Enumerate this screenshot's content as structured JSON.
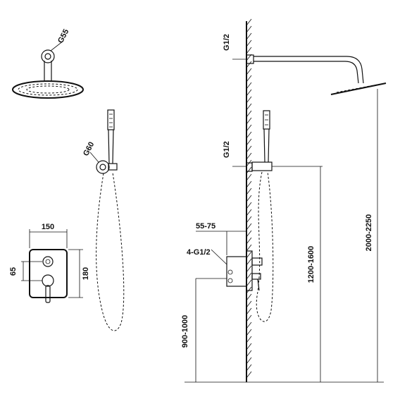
{
  "labels": {
    "head_diameter": "G55",
    "holder_diameter": "G60",
    "plate_width": "150",
    "plate_height": "180",
    "knob_spacing": "65",
    "thread_top": "G1/2",
    "thread_middle": "G1/2",
    "wall_depth": "55-75",
    "valve_threads": "4-G1/2",
    "valve_height": "900-1000",
    "holder_height": "1200-1600",
    "shower_height": "2000-2250"
  }
}
